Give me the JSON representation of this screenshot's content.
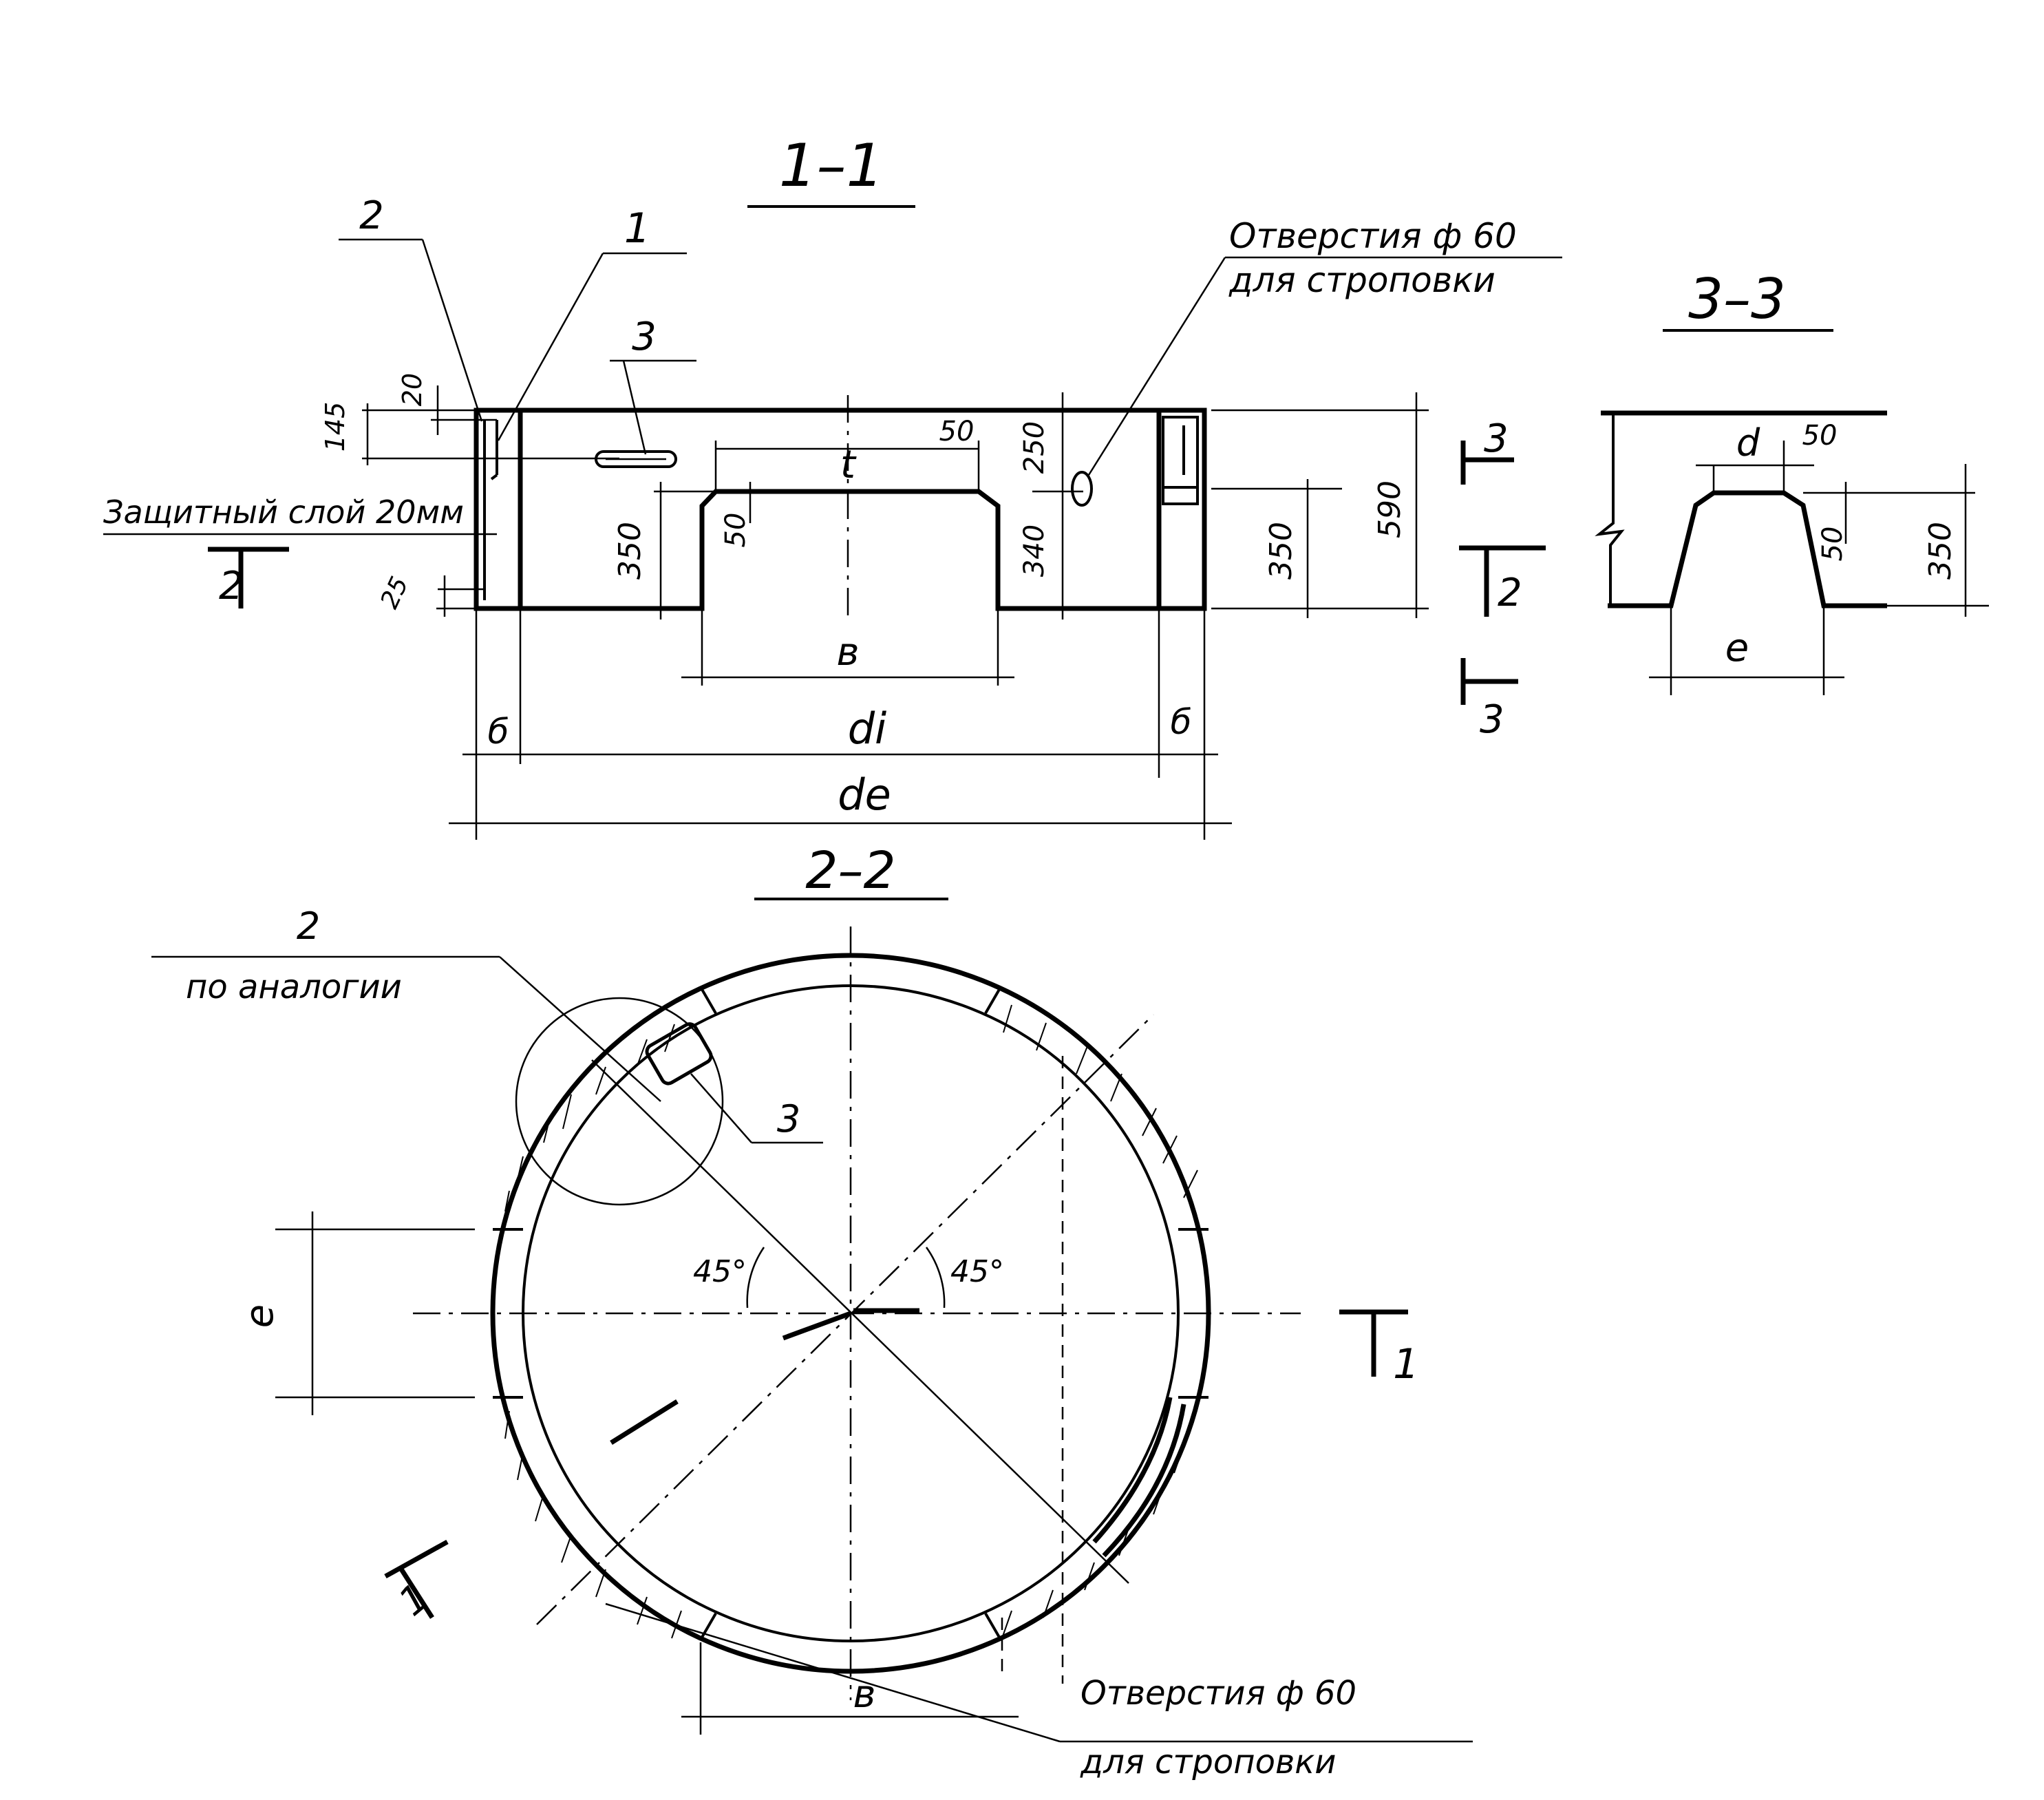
{
  "sections": {
    "s11": "1–1",
    "s22": "2–2",
    "s33": "3–3"
  },
  "callouts": {
    "c1": "1",
    "c2": "2",
    "c3": "3",
    "c2_note": "по аналогии",
    "c3_plan": "3"
  },
  "notes": {
    "holes_line1": "Отверстия ф 60",
    "holes_line2": "для строповки",
    "protective_layer": "Защитный слой 20мм"
  },
  "dimensions": {
    "d145": "145",
    "d20": "20",
    "d25": "25",
    "d350a": "350",
    "d50a": "50",
    "d50b": "50",
    "dt": "t",
    "d250": "250",
    "d340": "340",
    "d350b": "350",
    "d590": "590",
    "dv": "в",
    "db_left": "б",
    "db_right": "б",
    "ddi": "di",
    "dde": "de",
    "s33_d": "d",
    "s33_50a": "50",
    "s33_50b": "50",
    "s33_350": "350",
    "s33_e": "e",
    "plan_e": "e",
    "plan_v": "в",
    "angle_left": "45°",
    "angle_right": "45°"
  },
  "cut_marks": {
    "m3_top": "3",
    "m2": "2",
    "m3_bottom": "3",
    "m2_left": "2",
    "m1_right": "1",
    "m1_bottom": "1"
  }
}
